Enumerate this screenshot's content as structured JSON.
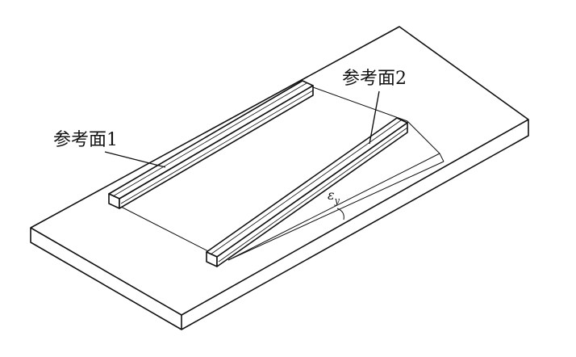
{
  "labels": {
    "reference_plane_1": "参考面1",
    "reference_plane_2": "参考面2",
    "angle_symbol": "ε",
    "angle_subscript": "y"
  }
}
